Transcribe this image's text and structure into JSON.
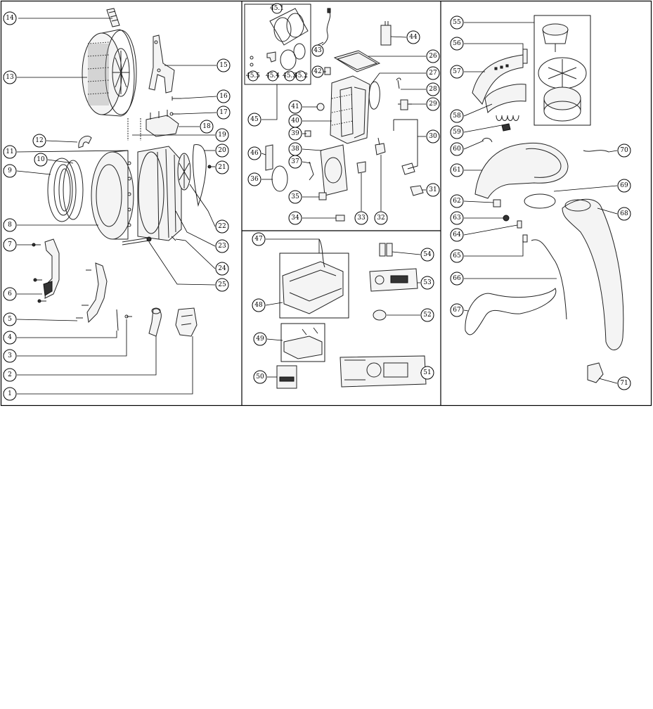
{
  "callouts": [
    {
      "id": "c1",
      "label": "1"
    },
    {
      "id": "c2",
      "label": "2"
    },
    {
      "id": "c3",
      "label": "3"
    },
    {
      "id": "c4",
      "label": "4"
    },
    {
      "id": "c5",
      "label": "5"
    },
    {
      "id": "c6",
      "label": "6"
    },
    {
      "id": "c7",
      "label": "7"
    },
    {
      "id": "c8",
      "label": "8"
    },
    {
      "id": "c9",
      "label": "9"
    },
    {
      "id": "c10",
      "label": "10"
    },
    {
      "id": "c11",
      "label": "11"
    },
    {
      "id": "c12",
      "label": "12"
    },
    {
      "id": "c13",
      "label": "13"
    },
    {
      "id": "c14",
      "label": "14"
    },
    {
      "id": "c15",
      "label": "15"
    },
    {
      "id": "c16",
      "label": "16"
    },
    {
      "id": "c17",
      "label": "17"
    },
    {
      "id": "c18",
      "label": "18"
    },
    {
      "id": "c19",
      "label": "19"
    },
    {
      "id": "c20",
      "label": "20"
    },
    {
      "id": "c21",
      "label": "21"
    },
    {
      "id": "c22",
      "label": "22"
    },
    {
      "id": "c23",
      "label": "23"
    },
    {
      "id": "c24",
      "label": "24"
    },
    {
      "id": "c25",
      "label": "25"
    },
    {
      "id": "c26",
      "label": "26"
    },
    {
      "id": "c27",
      "label": "27"
    },
    {
      "id": "c28",
      "label": "28"
    },
    {
      "id": "c29",
      "label": "29"
    },
    {
      "id": "c30",
      "label": "30"
    },
    {
      "id": "c31",
      "label": "31"
    },
    {
      "id": "c32",
      "label": "32"
    },
    {
      "id": "c33",
      "label": "33"
    },
    {
      "id": "c34",
      "label": "34"
    },
    {
      "id": "c35",
      "label": "35"
    },
    {
      "id": "c36",
      "label": "36"
    },
    {
      "id": "c37",
      "label": "37"
    },
    {
      "id": "c38",
      "label": "38"
    },
    {
      "id": "c39",
      "label": "39"
    },
    {
      "id": "c40",
      "label": "40"
    },
    {
      "id": "c41",
      "label": "41"
    },
    {
      "id": "c42",
      "label": "42"
    },
    {
      "id": "c43",
      "label": "43"
    },
    {
      "id": "c44",
      "label": "44"
    },
    {
      "id": "c45",
      "label": "45"
    },
    {
      "id": "c46",
      "label": "46"
    },
    {
      "id": "c451",
      "label": "45.1"
    },
    {
      "id": "c452",
      "label": "45.2"
    },
    {
      "id": "c453",
      "label": "45.3"
    },
    {
      "id": "c454",
      "label": "45.4"
    },
    {
      "id": "c455",
      "label": "45.5"
    },
    {
      "id": "c47",
      "label": "47"
    },
    {
      "id": "c48",
      "label": "48"
    },
    {
      "id": "c49",
      "label": "49"
    },
    {
      "id": "c50",
      "label": "50"
    },
    {
      "id": "c51",
      "label": "51"
    },
    {
      "id": "c52",
      "label": "52"
    },
    {
      "id": "c53",
      "label": "53"
    },
    {
      "id": "c54",
      "label": "54"
    },
    {
      "id": "c55",
      "label": "55"
    },
    {
      "id": "c56",
      "label": "56"
    },
    {
      "id": "c57",
      "label": "57"
    },
    {
      "id": "c58",
      "label": "58"
    },
    {
      "id": "c59",
      "label": "59"
    },
    {
      "id": "c60",
      "label": "60"
    },
    {
      "id": "c61",
      "label": "61"
    },
    {
      "id": "c62",
      "label": "62"
    },
    {
      "id": "c63",
      "label": "63"
    },
    {
      "id": "c64",
      "label": "64"
    },
    {
      "id": "c65",
      "label": "65"
    },
    {
      "id": "c66",
      "label": "66"
    },
    {
      "id": "c67",
      "label": "67"
    },
    {
      "id": "c68",
      "label": "68"
    },
    {
      "id": "c69",
      "label": "69"
    },
    {
      "id": "c70",
      "label": "70"
    },
    {
      "id": "c71",
      "label": "71"
    }
  ]
}
